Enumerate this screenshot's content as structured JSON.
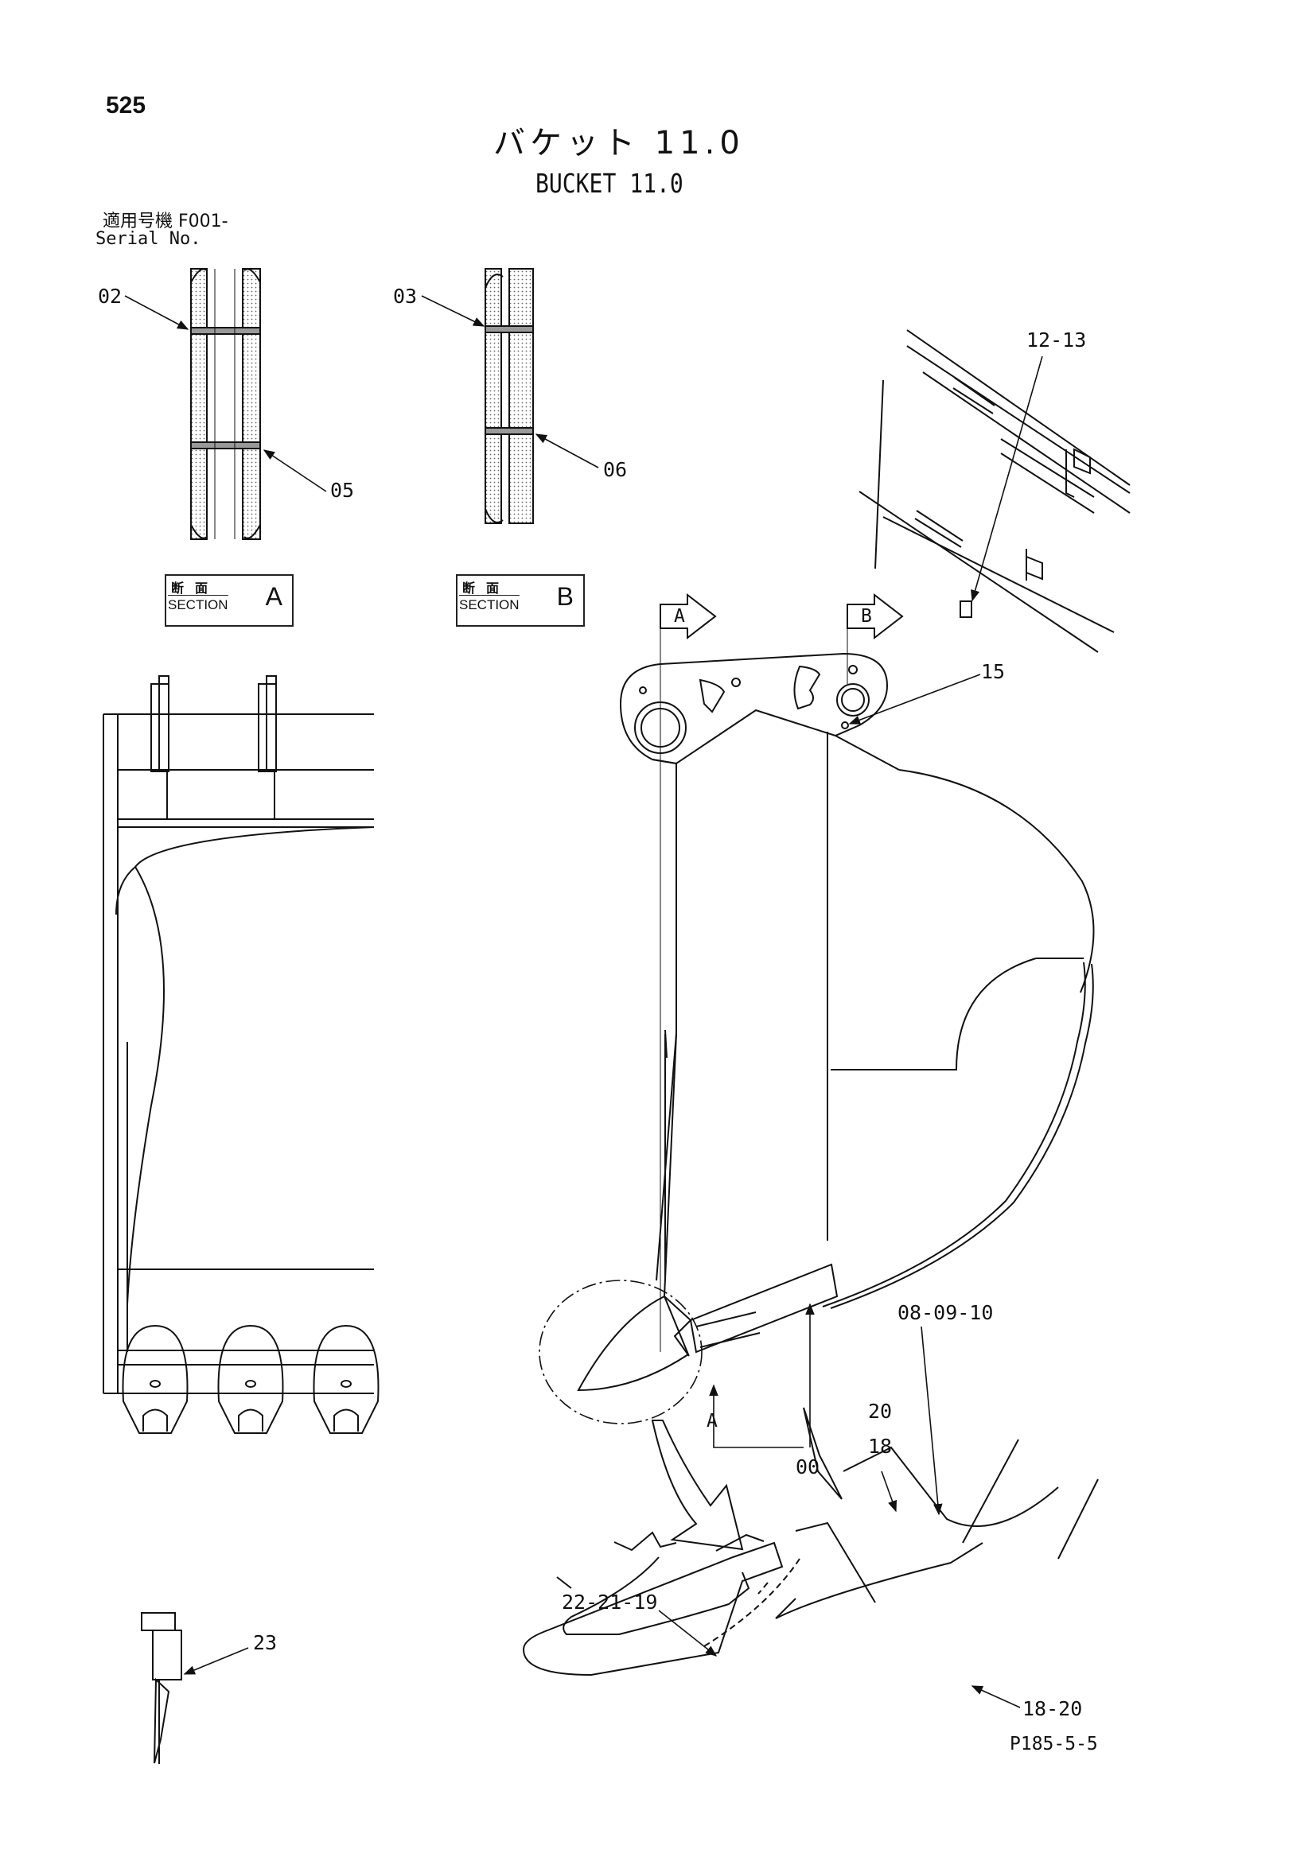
{
  "page_number": "525",
  "title_jp": "バケット 11.0",
  "title_en": "BUCKET 11.0",
  "serial": {
    "jp": "適用号機 F001-",
    "en": "Serial No."
  },
  "section_a": {
    "jp": "断面",
    "en": "SECTION",
    "letter": "A"
  },
  "section_b": {
    "jp": "断面",
    "en": "SECTION",
    "letter": "B"
  },
  "callouts": {
    "p02": "02",
    "p03": "03",
    "p05": "05",
    "p06": "06",
    "p12_13": "12-13",
    "p15": "15",
    "p00": "00",
    "p08_09_10": "08-09-10",
    "p20": "20",
    "p18": "18",
    "p22_21_19": "22-21-19",
    "p18_20": "18-20",
    "p23": "23"
  },
  "view_markers": {
    "a_arrow": "A",
    "b_arrow": "B",
    "a_section": "A"
  },
  "drawing_code": "P185-5-5"
}
